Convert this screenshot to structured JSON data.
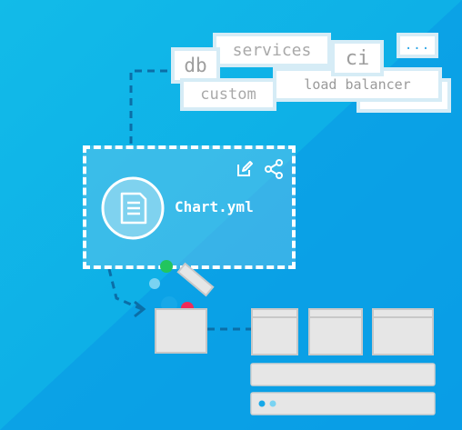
{
  "tags": {
    "services": "services",
    "ci": "ci",
    "more": "...",
    "db": "db",
    "custom": "custom",
    "load_balancer": "load balancer"
  },
  "chart_card": {
    "filename": "Chart.yml",
    "actions": [
      "edit-icon",
      "share-icon"
    ],
    "file_icon": "document-icon"
  },
  "icons": {
    "box": "open-box-icon",
    "templates": "template-grid-icon"
  },
  "colors": {
    "background": "#10b8e6",
    "background_dark": "#0e8fe6",
    "tag_border": "#d6ecf6",
    "tag_text": "#a9a9a9",
    "box_fill": "#e6e6e6",
    "dot_green": "#22c55e",
    "dot_red": "#f02b5a",
    "dot_blue": "#17a8e8"
  }
}
